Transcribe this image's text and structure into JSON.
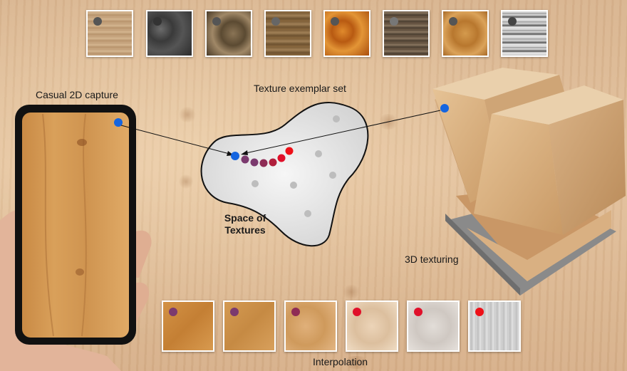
{
  "labels": {
    "casual_capture": "Casual 2D capture",
    "exemplar_set": "Texture exemplar set",
    "space_line1": "Space of",
    "space_line2": "Textures",
    "texturing_3d": "3D texturing",
    "interpolation": "Interpolation"
  },
  "colors": {
    "query_dot": "#1565e0",
    "exemplar_dot_top": "#555555",
    "exemplar_dot_space": "#bdbdbd",
    "interp_dots": [
      "#7b3a6e",
      "#7b3a6e",
      "#8e2c55",
      "#e0102a",
      "#e0102a",
      "#ee1018"
    ]
  },
  "top_exemplars": [
    {
      "name": "light-oak-plank"
    },
    {
      "name": "dark-granite"
    },
    {
      "name": "brown-marble"
    },
    {
      "name": "horizontal-wood-grain"
    },
    {
      "name": "orange-burl"
    },
    {
      "name": "weathered-wood"
    },
    {
      "name": "cork"
    },
    {
      "name": "peeling-paint"
    }
  ],
  "bottom_interpolation": [
    {
      "name": "interp-1"
    },
    {
      "name": "interp-2"
    },
    {
      "name": "interp-3"
    },
    {
      "name": "interp-4"
    },
    {
      "name": "interp-5"
    },
    {
      "name": "interp-6"
    }
  ]
}
